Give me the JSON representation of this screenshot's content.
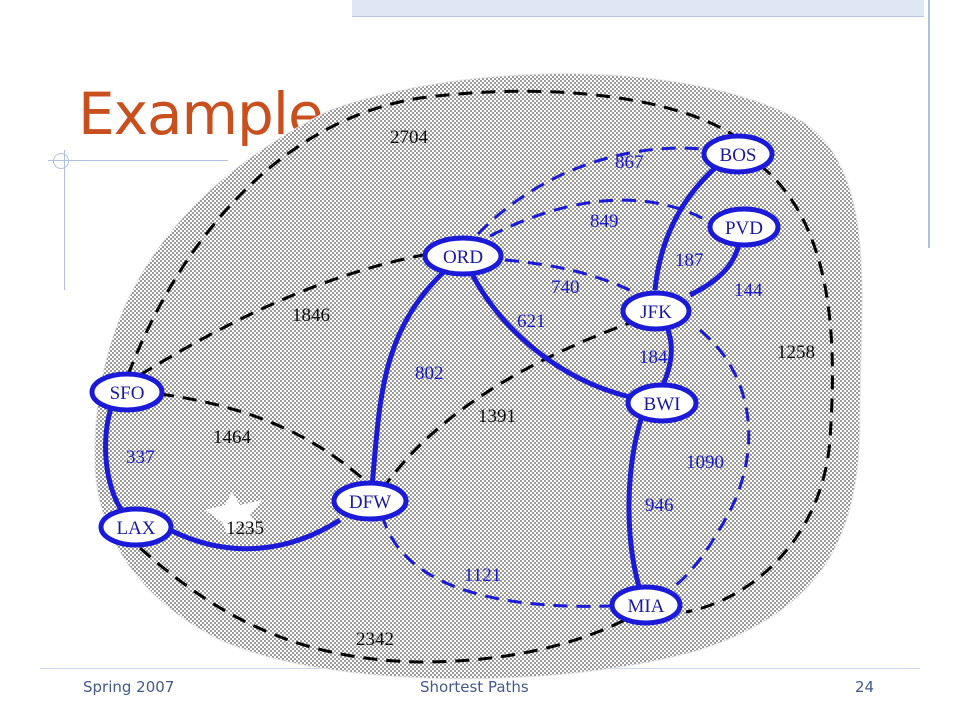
{
  "slide": {
    "title": "Example",
    "footer_left": "Spring 2007",
    "footer_center": "Shortest Paths",
    "page_number": "24"
  },
  "graph": {
    "nodes": [
      {
        "id": "BOS",
        "label": "BOS"
      },
      {
        "id": "PVD",
        "label": "PVD"
      },
      {
        "id": "ORD",
        "label": "ORD"
      },
      {
        "id": "JFK",
        "label": "JFK"
      },
      {
        "id": "SFO",
        "label": "SFO"
      },
      {
        "id": "BWI",
        "label": "BWI"
      },
      {
        "id": "DFW",
        "label": "DFW"
      },
      {
        "id": "LAX",
        "label": "LAX"
      },
      {
        "id": "MIA",
        "label": "MIA"
      }
    ],
    "edges": [
      {
        "id": "SFO-BOS",
        "weight": "2704",
        "style": "black-dashed"
      },
      {
        "id": "SFO-ORD",
        "weight": "1846",
        "style": "black-dashed"
      },
      {
        "id": "SFO-DFW",
        "weight": "1464",
        "style": "black-dashed"
      },
      {
        "id": "SFO-LAX",
        "weight": "337",
        "style": "blue-solid"
      },
      {
        "id": "LAX-DFW",
        "weight": "1235",
        "style": "blue-solid"
      },
      {
        "id": "LAX-MIA",
        "weight": "2342",
        "style": "black-dashed"
      },
      {
        "id": "DFW-ORD",
        "weight": "802",
        "style": "blue-solid"
      },
      {
        "id": "DFW-JFK",
        "weight": "1391",
        "style": "black-dashed"
      },
      {
        "id": "DFW-MIA",
        "weight": "1121",
        "style": "blue-dashed"
      },
      {
        "id": "ORD-BOS",
        "weight": "867",
        "style": "blue-dashed"
      },
      {
        "id": "ORD-PVD",
        "weight": "849",
        "style": "blue-dashed"
      },
      {
        "id": "ORD-JFK",
        "weight": "740",
        "style": "blue-dashed"
      },
      {
        "id": "ORD-BWI",
        "weight": "621",
        "style": "blue-solid"
      },
      {
        "id": "JFK-BOS",
        "weight": "187",
        "style": "blue-solid"
      },
      {
        "id": "JFK-PVD",
        "weight": "144",
        "style": "blue-solid"
      },
      {
        "id": "JFK-BWI",
        "weight": "184",
        "style": "blue-solid"
      },
      {
        "id": "JFK-MIA",
        "weight": "1090",
        "style": "blue-dashed"
      },
      {
        "id": "BWI-MIA",
        "weight": "946",
        "style": "blue-solid"
      },
      {
        "id": "BOS-MIA",
        "weight": "1258",
        "style": "black-dashed"
      }
    ]
  },
  "colors": {
    "title": "#c8501e",
    "edge_blue": "#1a1ad8",
    "edge_black": "#000000",
    "cloud_fill": "#d8d8d8",
    "deco_blue": "#9eb0d8"
  }
}
